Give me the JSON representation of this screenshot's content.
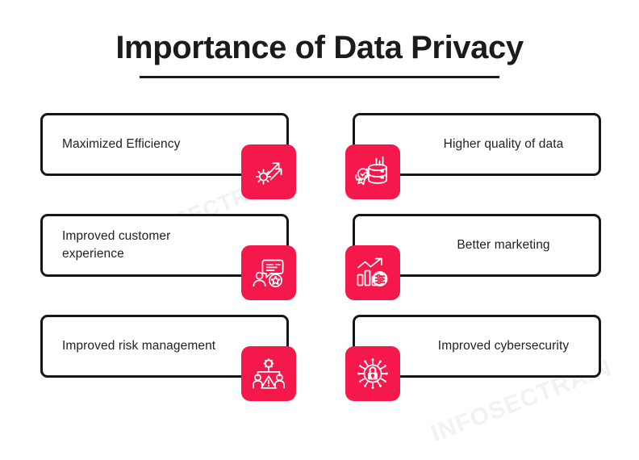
{
  "header": {
    "title": "Importance of Data Privacy"
  },
  "watermark": {
    "text": "INFOSECTRAIN"
  },
  "theme": {
    "accent": "#f5184b",
    "border": "#15161a",
    "text": "#1f2024",
    "background": "#ffffff",
    "watermark": "#f2f2f2"
  },
  "cards": [
    {
      "label": "Maximized Efficiency",
      "icon": "gear-growth-arrows-icon",
      "side": "left",
      "row": 1
    },
    {
      "label": "Higher quality of data",
      "icon": "database-quality-badge-icon",
      "side": "right",
      "row": 1
    },
    {
      "label": "Improved customer experience",
      "icon": "customer-review-chat-icon",
      "side": "left",
      "row": 2
    },
    {
      "label": "Better marketing",
      "icon": "marketing-analytics-chart-icon",
      "side": "right",
      "row": 2
    },
    {
      "label": "Improved risk management",
      "icon": "team-risk-warning-icon",
      "side": "left",
      "row": 3
    },
    {
      "label": "Improved cybersecurity",
      "icon": "cyber-padlock-circuit-icon",
      "side": "right",
      "row": 3
    }
  ]
}
